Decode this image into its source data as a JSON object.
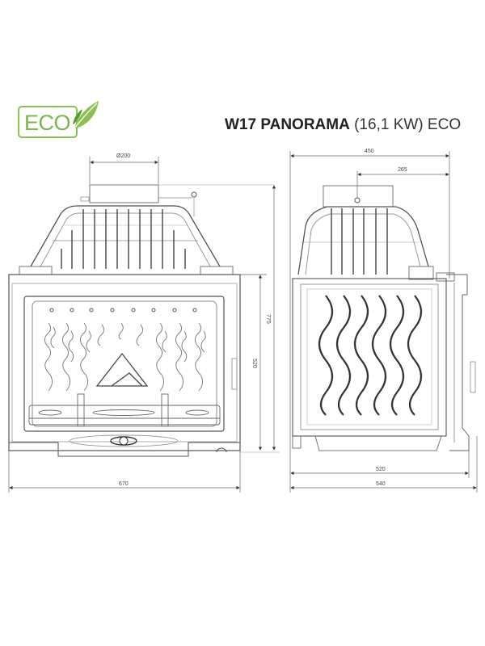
{
  "badge": {
    "label": "ECO",
    "icon": "leaf-icon",
    "colors": {
      "frame": "#8cc152",
      "text": "#7ab648",
      "leaf_dark": "#5a9e2f",
      "leaf_light": "#a5d46a"
    }
  },
  "title": {
    "model": "W17 PANORAMA",
    "power": "(16,1 KW)",
    "suffix": "ECO"
  },
  "front_view": {
    "dimensions": {
      "flue_diameter": "Ø200",
      "overall_width": "670",
      "overall_height": "775",
      "door_height": "520"
    },
    "features": [
      "grill-ribs",
      "flame-pattern-glass",
      "logo-triangle",
      "ash-tray-grate",
      "air-damper-knob",
      "side-handle"
    ]
  },
  "side_view": {
    "dimensions": {
      "top_depth": "450",
      "flue_offset": "265",
      "body_depth": "520",
      "overall_depth": "540"
    },
    "features": [
      "wave-pattern-side-panel",
      "flue-collar",
      "rear-handle"
    ]
  },
  "colors": {
    "line": "#555555",
    "line_light": "#9a9a9a",
    "dim_line": "#777777"
  }
}
